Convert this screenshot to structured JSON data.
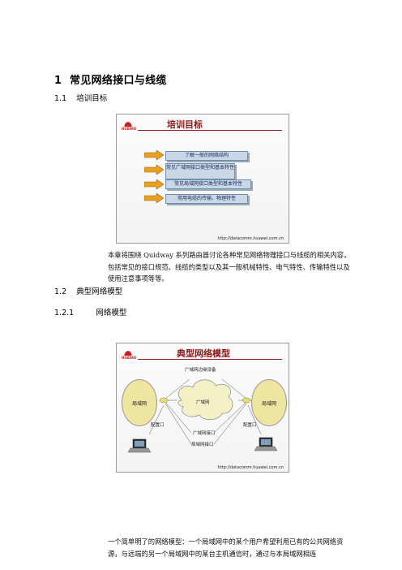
{
  "section1": {
    "number": "1",
    "title": "常见网络接口与线缆"
  },
  "section1_1": {
    "number": "1.1",
    "title": "培训目标"
  },
  "slide1": {
    "logo": "HUAWEI",
    "title": "培训目标",
    "items": [
      "了解一般的网络结构",
      "常见广域网接口类型和基本特性",
      "常见局域网接口类型和基本特性",
      "常用电缆的传输、物理特性"
    ],
    "url": "http://datacomm.huawei.com.cn"
  },
  "para1": "本章将围绕 Quidway 系列路由器讨论各种常见网络物理接口与线缆的相关内容，包括常见的接口规范、线缆的类型以及其一般机械特性、电气特性、传输特性以及使用注意事项等等。",
  "section1_2": {
    "number": "1.2",
    "title": "典型网络模型"
  },
  "section1_2_1": {
    "number": "1.2.1",
    "title": "网络模型"
  },
  "slide2": {
    "logo": "HUAWEI",
    "title": "典型网络模型",
    "edge_device": "广域网边缘设备",
    "wan": "广域网",
    "lan_left": "局域网",
    "lan_right": "局域网",
    "config_left": "配置口",
    "config_right": "配置口",
    "wan_if": "广域网接口",
    "lan_if": "局域网接口",
    "url": "http://datacomm.huawei.com.cn"
  },
  "para2": "一个简单明了的网络模型：一个局域网中的某个用户希望利用已有的公共网络资源，与远端的另一个局域网中的某台主机通信时，通过与本局域网相连"
}
